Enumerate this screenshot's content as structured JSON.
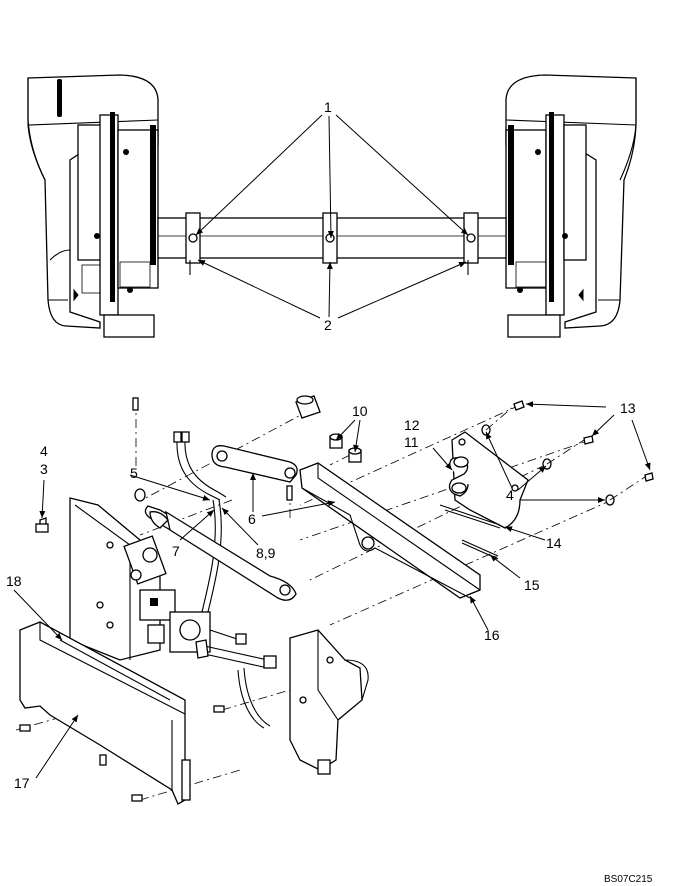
{
  "figure_code": "BS07C215",
  "callouts": {
    "c1": "1",
    "c2": "2",
    "c3": "3",
    "c4a": "4",
    "c4b": "4",
    "c5": "5",
    "c6": "6",
    "c7": "7",
    "c89": "8,9",
    "c10": "10",
    "c11": "11",
    "c12": "12",
    "c13": "13",
    "c14": "14",
    "c15": "15",
    "c16": "16",
    "c17": "17",
    "c18": "18"
  }
}
